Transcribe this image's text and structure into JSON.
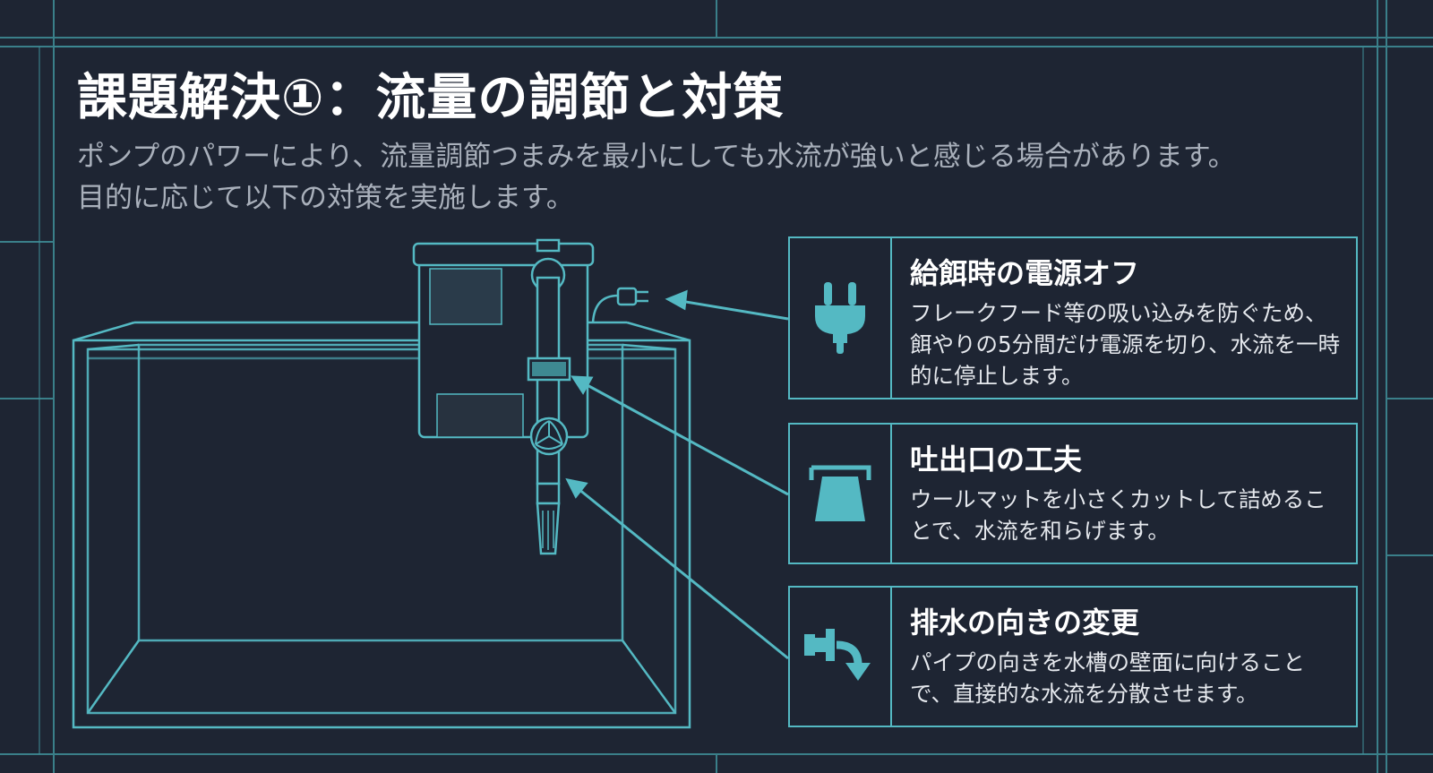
{
  "slide": {
    "title": "課題解決①：流量の調節と対策",
    "subtitle": "ポンプのパワーにより、流量調節つまみを最小にしても水流が強いと感じる場合があります。目的に応じて以下の対策を実施します。"
  },
  "cards": [
    {
      "heading": "給餌時の電源オフ",
      "body": "フレークフード等の吸い込みを防ぐため、餌やりの5分間だけ電源を切り、水流を一時的に停止します。",
      "icon": "power-plug-icon"
    },
    {
      "heading": "吐出口の工夫",
      "body": "ウールマットを小さくカットして詰めることで、水流を和らげます。",
      "icon": "filter-outlet-icon"
    },
    {
      "heading": "排水の向きの変更",
      "body": "パイプの向きを水槽の壁面に向けることで、直接的な水流を分散させます。",
      "icon": "pipe-redirect-icon"
    }
  ],
  "colors": {
    "background": "#1e2533",
    "accent": "#54b9c3",
    "title": "#ffffff",
    "subtitle": "#a9b0bb"
  }
}
